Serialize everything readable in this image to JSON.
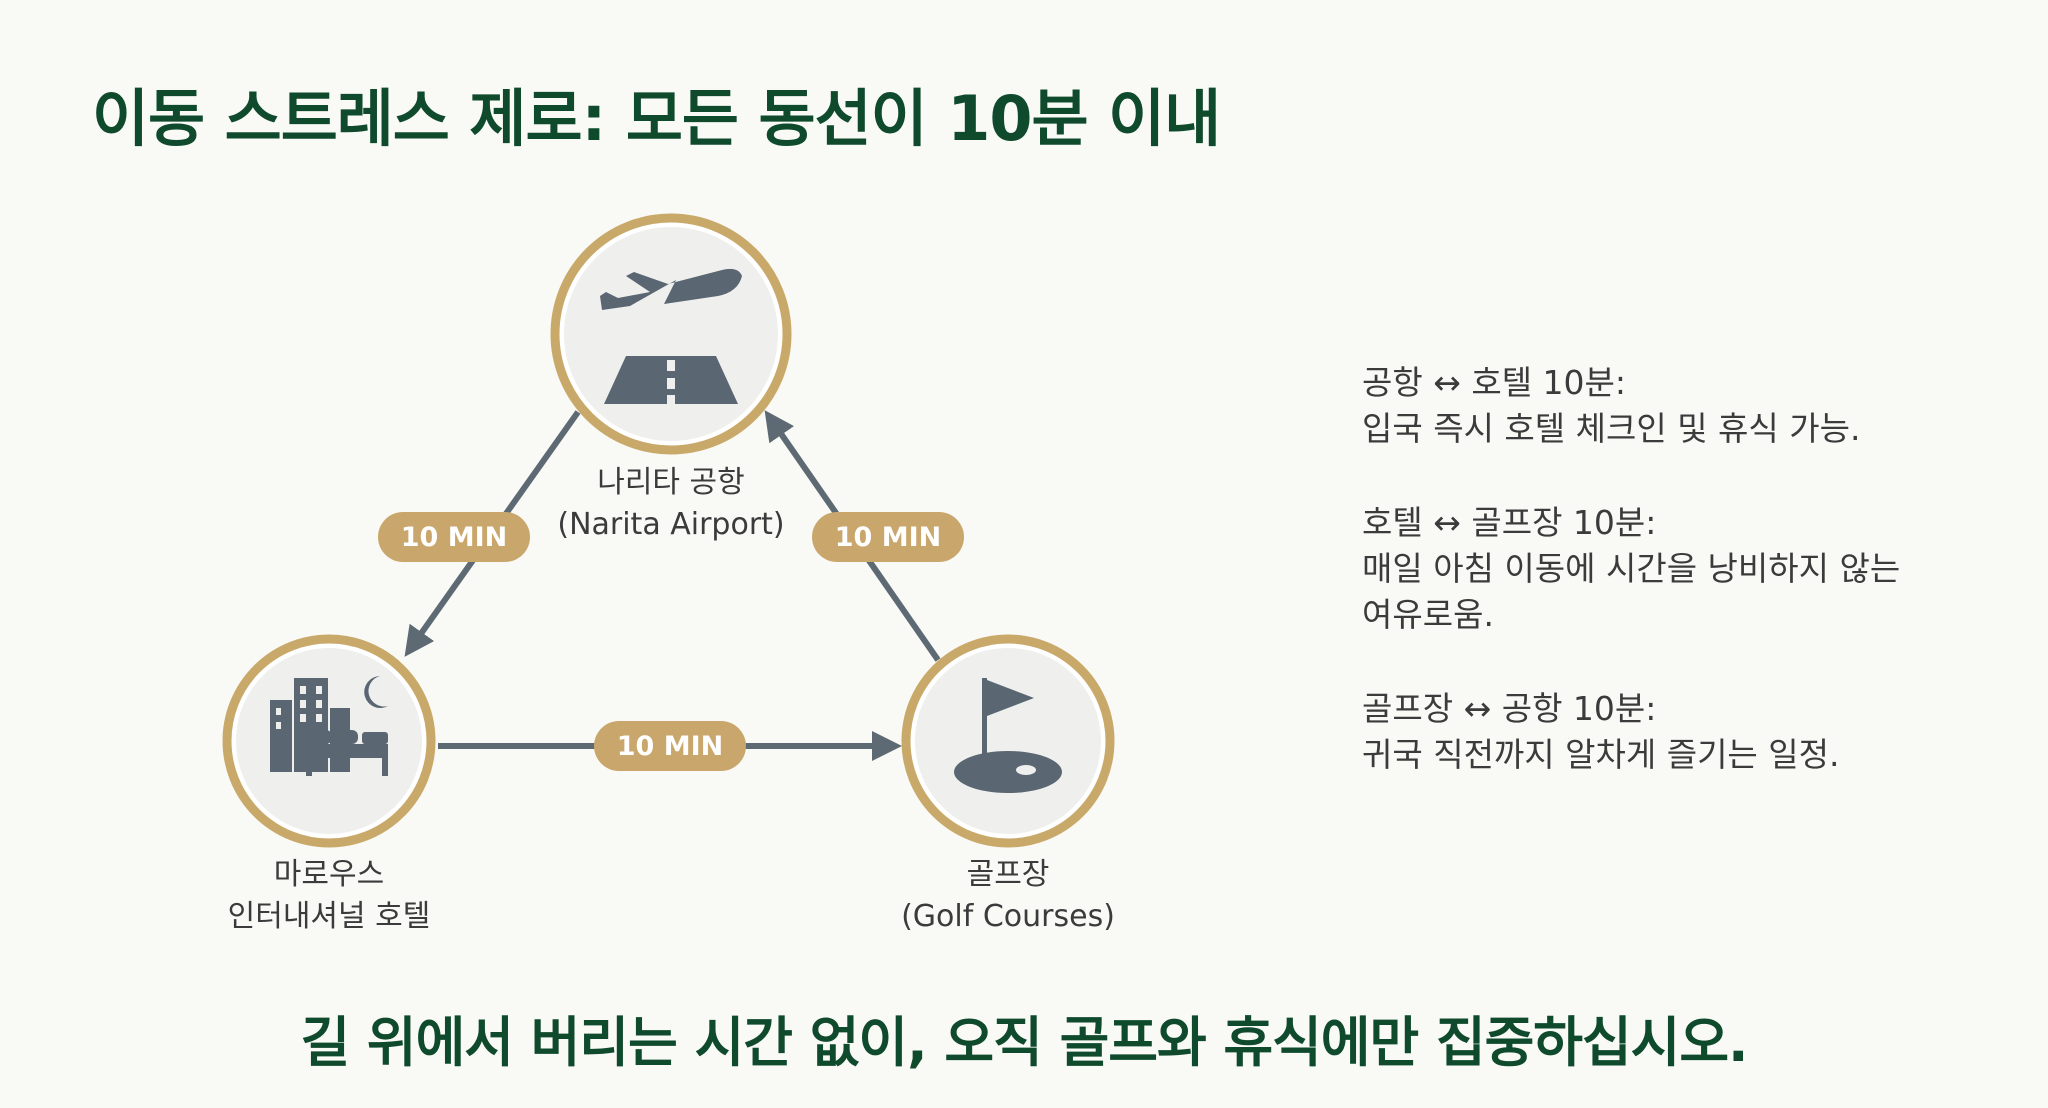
{
  "title": "이동 스트레스 제로: 모든 동선이 10분 이내",
  "tagline": "길 위에서 버리는 시간 없이, 오직 골프와 휴식에만 집중하십시오.",
  "colors": {
    "title": "#0f4a2c",
    "ring": "#c9a96a",
    "badge": "#c9a66b",
    "arrow": "#5e6a73",
    "icon": "#5a6671"
  },
  "nodes": {
    "airport": {
      "icon": "airplane-runway-icon",
      "label_ko": "나리타 공항",
      "label_en": "(Narita Airport)"
    },
    "hotel": {
      "icon": "hotel-bed-moon-icon",
      "label_line1": "마로우스",
      "label_line2": "인터내셔널 호텔"
    },
    "golf": {
      "icon": "golf-flag-icon",
      "label_ko": "골프장",
      "label_en": "(Golf Courses)"
    }
  },
  "badges": {
    "airport_hotel": "10 MIN",
    "golf_airport": "10 MIN",
    "hotel_golf": "10 MIN"
  },
  "notes": [
    {
      "heading": "공항 ↔ 호텔 10분:",
      "lines": [
        "입국 즉시 호텔 체크인 및 휴식 가능."
      ]
    },
    {
      "heading": "호텔 ↔ 골프장 10분:",
      "lines": [
        "매일 아침 이동에 시간을 낭비하지 않는",
        "여유로움."
      ]
    },
    {
      "heading": "골프장 ↔ 공항 10분:",
      "lines": [
        "귀국 직전까지 알차게 즐기는 일정."
      ]
    }
  ]
}
